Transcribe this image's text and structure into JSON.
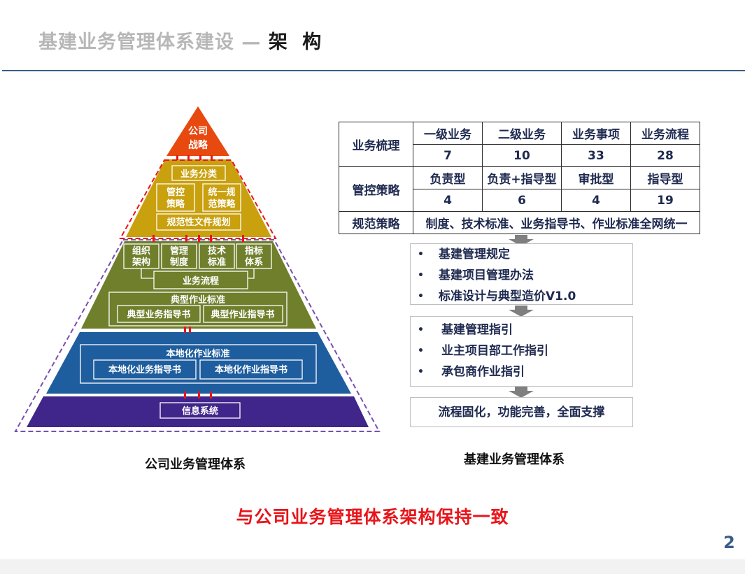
{
  "header": {
    "title_prefix": "基建业务管理体系建设 —",
    "title_main": "架 构"
  },
  "pyramid": {
    "apex": [
      "公司",
      "战略"
    ],
    "business_category": "业务分类",
    "control_strategy": [
      "管控",
      "策略"
    ],
    "unified_norm": [
      "统一规",
      "范策略"
    ],
    "normative_planning": "规范性文件规划",
    "org_structure": [
      "组织",
      "架构"
    ],
    "mgmt_system": [
      "管理",
      "制度"
    ],
    "tech_standard": [
      "技术",
      "标准"
    ],
    "indicator_system": [
      "指标",
      "体系"
    ],
    "business_process": "业务流程",
    "typical_standard": "典型作业标准",
    "typical_business_guide": "典型业务指导书",
    "typical_work_guide": "典型作业指导书",
    "local_standard": "本地化作业标准",
    "local_business_guide": "本地化业务指导书",
    "local_work_guide": "本地化作业指导书",
    "info_system": "信息系统",
    "caption": "公司业务管理体系",
    "colors": {
      "apex": "#e8490f",
      "gold": "#c9a00e",
      "green": "#6f7f2c",
      "blue": "#1f5e9e",
      "purple": "#40258b",
      "red_dashes": "#e8151a",
      "purple_dashes": "#7a4fb0"
    }
  },
  "matrix": {
    "r1_label": "业务梳理",
    "r1_heads": [
      "一级业务",
      "二级业务",
      "业务事项",
      "业务流程"
    ],
    "r1_values": [
      "7",
      "10",
      "33",
      "28"
    ],
    "r2_label": "管控策略",
    "r2_heads": [
      "负责型",
      "负责+指导型",
      "审批型",
      "指导型"
    ],
    "r2_values": [
      "4",
      "6",
      "4",
      "19"
    ],
    "r3_label": "规范策略",
    "r3_text": "制度、技术标准、业务指导书、作业标准全网统一"
  },
  "box1": [
    "基建管理规定",
    "基建项目管理办法",
    "标准设计与典型造价V1.0"
  ],
  "box2": [
    "基建管理指引",
    "业主项目部工作指引",
    "承包商作业指引"
  ],
  "bullet": "•",
  "final_box": "流程固化，功能完善，全面支撑",
  "right_caption": "基建业务管理体系",
  "conclusion": "与公司业务管理体系架构保持一致",
  "page_number": "2"
}
